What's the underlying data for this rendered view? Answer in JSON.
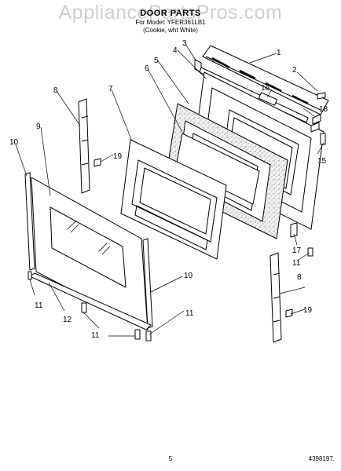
{
  "watermark": "AppliancePartsPros.com",
  "header": {
    "title": "DOOR PARTS",
    "model": "For Model: YFER361LB1",
    "color": "(Cookie, wht White)"
  },
  "callouts": {
    "c1": "1",
    "c2": "2",
    "c3": "3",
    "c4": "4",
    "c5": "5",
    "c6": "6",
    "c7": "7",
    "c8a": "8",
    "c8b": "8",
    "c9": "9",
    "c10a": "10",
    "c10b": "10",
    "c11a": "11",
    "c11b": "11",
    "c11c": "11",
    "c11d": "11",
    "c12": "12",
    "c15": "15",
    "c16": "16",
    "c17": "17",
    "c18": "18",
    "c19a": "19",
    "c19b": "19"
  },
  "footer": {
    "page": "5",
    "code": "4398197."
  }
}
